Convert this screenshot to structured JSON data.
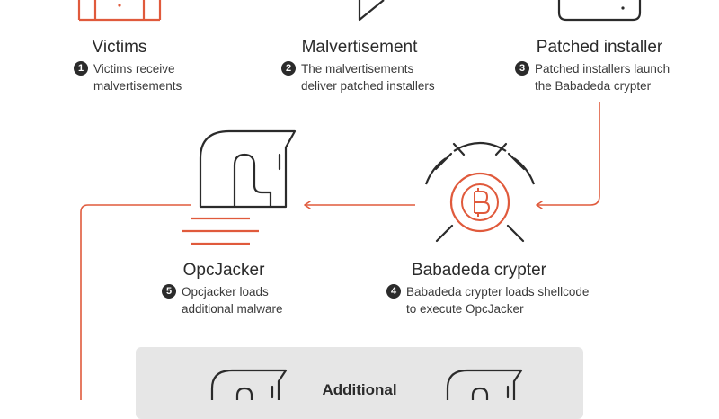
{
  "colors": {
    "accent": "#e05a3c",
    "ink": "#2b2b2b",
    "panel": "#e6e6e6"
  },
  "nodes": {
    "victims": {
      "title": "Victims",
      "step": "1",
      "desc": [
        "Victims receive",
        "malvertisements"
      ]
    },
    "malvertisement": {
      "title": "Malvertisement",
      "step": "2",
      "desc": [
        "The malvertisements",
        "deliver patched installers"
      ]
    },
    "patched_installer": {
      "title": "Patched installer",
      "step": "3",
      "desc": [
        "Patched installers launch",
        "the Babadeda crypter"
      ]
    },
    "babadeda": {
      "title": "Babadeda crypter",
      "step": "4",
      "desc": [
        "Babadeda crypter loads shellcode",
        "to execute OpcJacker"
      ]
    },
    "opcjacker": {
      "title": "OpcJacker",
      "step": "5",
      "desc": [
        "Opcjacker loads",
        "additional malware"
      ]
    }
  },
  "additional_panel": {
    "title": "Additional"
  },
  "icons": {
    "victims": "building-icon",
    "malvertisement": "speech-bubble-icon",
    "patched_installer": "device-icon",
    "babadeda": "bitcoin-target-icon",
    "opcjacker": "trojan-horse-icon"
  }
}
